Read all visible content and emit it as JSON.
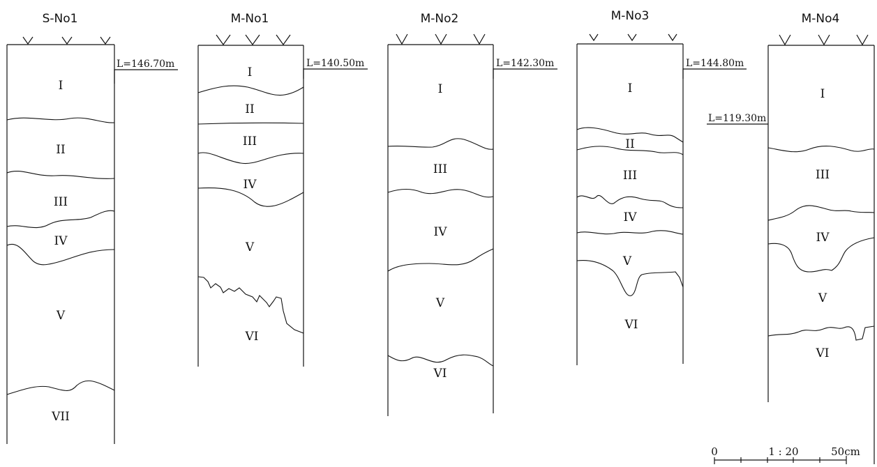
{
  "columns": [
    {
      "title": "S-No1",
      "elevation": "L=146.70m",
      "layers": [
        "I",
        "II",
        "III",
        "IV",
        "V",
        "VII"
      ]
    },
    {
      "title": "M-No1",
      "elevation": "L=140.50m",
      "layers": [
        "I",
        "II",
        "III",
        "IV",
        "V",
        "VI"
      ]
    },
    {
      "title": "M-No2",
      "elevation": "L=142.30m",
      "layers": [
        "I",
        "III",
        "IV",
        "V",
        "VI"
      ]
    },
    {
      "title": "M-No3",
      "elevation": "L=144.80m",
      "layers": [
        "I",
        "II",
        "III",
        "IV",
        "V",
        "VI"
      ]
    },
    {
      "title": "M-No4",
      "elevation": "L=119.30m",
      "layers": [
        "I",
        "III",
        "IV",
        "V",
        "VI"
      ]
    }
  ],
  "scale_bar": {
    "start": "0",
    "ratio": "1 : 20",
    "end": "50cm"
  }
}
